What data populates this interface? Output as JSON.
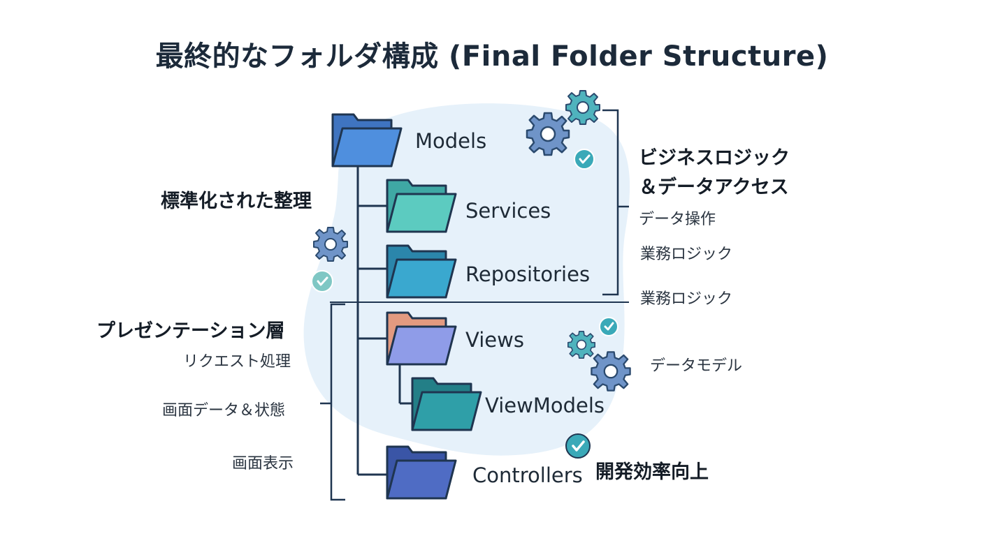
{
  "title": "最終的なフォルダ構成 (Final Folder Structure)",
  "folders": {
    "models": "Models",
    "services": "Services",
    "repositories": "Repositories",
    "views": "Views",
    "viewmodels": "ViewModels",
    "controllers": "Controllers"
  },
  "left": {
    "standardized": "標準化された整理",
    "presentation_layer": "プレゼンテーション層",
    "request_handling": "リクエスト処理",
    "screen_data_state": "画面データ＆状態",
    "screen_display": "画面表示"
  },
  "right": {
    "business_logic_line1": "ビジネスロジック",
    "business_logic_line2": "＆データアクセス",
    "data_operation": "データ操作",
    "business_logic_a": "業務ロジック",
    "business_logic_b": "業務ロジック",
    "data_model": "データモデル",
    "efficiency": "開発効率向上"
  },
  "colors": {
    "models": "#4f8fde",
    "services": "#5ccbc0",
    "repositories": "#3aa8cf",
    "views": "#8f9ce8",
    "views_back": "#e39a80",
    "viewmodels": "#2f9fa8",
    "controllers": "#4f6cc4",
    "outline": "#1f3550",
    "blob": "#e6f1fa",
    "gear_blue": "#6f94c8",
    "gear_teal": "#4fb3bd",
    "check": "#3aa9b8"
  }
}
